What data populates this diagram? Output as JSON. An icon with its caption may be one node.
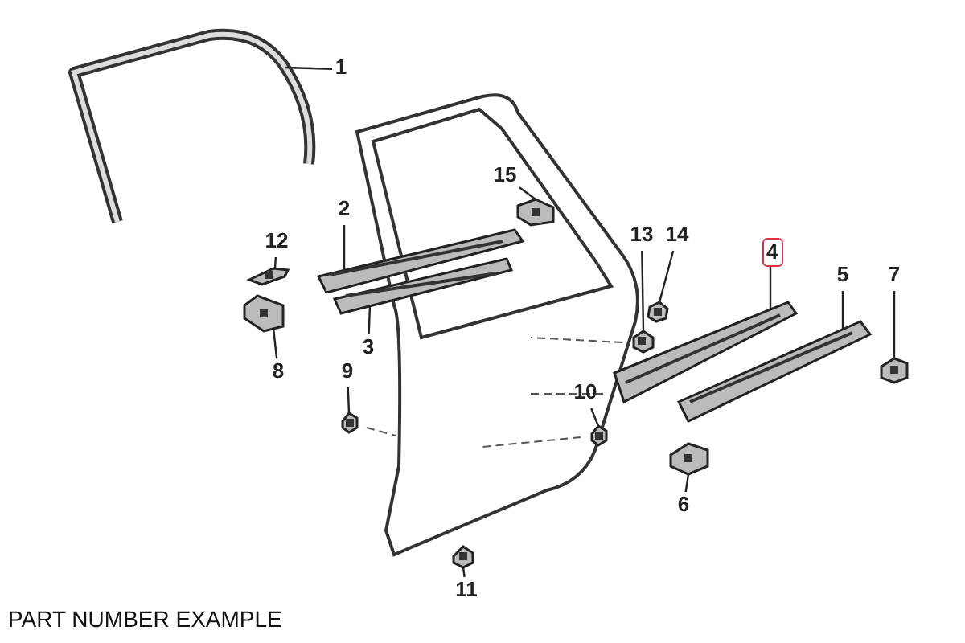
{
  "diagram": {
    "nodes": [
      {
        "text": [
          "1"
        ]
      },
      {
        "text": [
          "15"
        ]
      },
      {
        "text": [
          "12"
        ]
      },
      {
        "text": [
          "2"
        ]
      },
      {
        "text": [
          "13"
        ]
      },
      {
        "text": [
          "14"
        ]
      },
      {
        "text": [
          "4"
        ]
      },
      {
        "text": [
          "5"
        ]
      },
      {
        "text": [
          "7"
        ]
      },
      {
        "text": [
          "3"
        ]
      },
      {
        "text": [
          "8"
        ]
      },
      {
        "text": [
          "9"
        ]
      },
      {
        "text": [
          "10"
        ]
      },
      {
        "text": [
          "6"
        ]
      },
      {
        "text": [
          "11"
        ]
      },
      {
        "text": [],
        "shape": "picture"
      },
      {
        "text": [],
        "shape": "picture"
      },
      {
        "text": [],
        "shape": "picture"
      },
      {
        "text": [],
        "shape": "picture"
      },
      {
        "text": [],
        "shape": "picture"
      },
      {
        "text": [],
        "shape": "picture"
      },
      {
        "text": [],
        "shape": "picture"
      },
      {
        "text": [],
        "shape": "picture"
      },
      {
        "text": [],
        "shape": "picture"
      },
      {
        "text": [],
        "shape": "picture"
      },
      {
        "text": [],
        "shape": "picture"
      },
      {
        "text": [],
        "shape": "picture"
      },
      {
        "text": [],
        "shape": "picture"
      },
      {
        "text": [],
        "shape": "picture"
      },
      {
        "text": [],
        "shape": "picture"
      }
    ],
    "edges": [
      {
        "from": 0,
        "to": 15,
        "arrow": "none"
      },
      {
        "from": 1,
        "to": 16,
        "arrow": "none"
      },
      {
        "from": 2,
        "to": 17,
        "arrow": "none"
      },
      {
        "from": 3,
        "to": 18,
        "arrow": "none"
      },
      {
        "from": 4,
        "to": 19,
        "arrow": "none"
      },
      {
        "from": 5,
        "to": 20,
        "arrow": "none"
      },
      {
        "from": 6,
        "to": 21,
        "arrow": "none"
      },
      {
        "from": 7,
        "to": 22,
        "arrow": "none"
      },
      {
        "from": 8,
        "to": 23,
        "arrow": "none"
      },
      {
        "from": 9,
        "to": 24,
        "arrow": "none"
      },
      {
        "from": 10,
        "to": 25,
        "arrow": "none"
      },
      {
        "from": 11,
        "to": 26,
        "arrow": "none"
      },
      {
        "from": 12,
        "to": 27,
        "arrow": "none"
      },
      {
        "from": 13,
        "to": 28,
        "arrow": "none"
      },
      {
        "from": 14,
        "to": 29,
        "arrow": "none"
      }
    ],
    "labels": [
      "PART NUMBER EXAMPLE"
    ]
  }
}
